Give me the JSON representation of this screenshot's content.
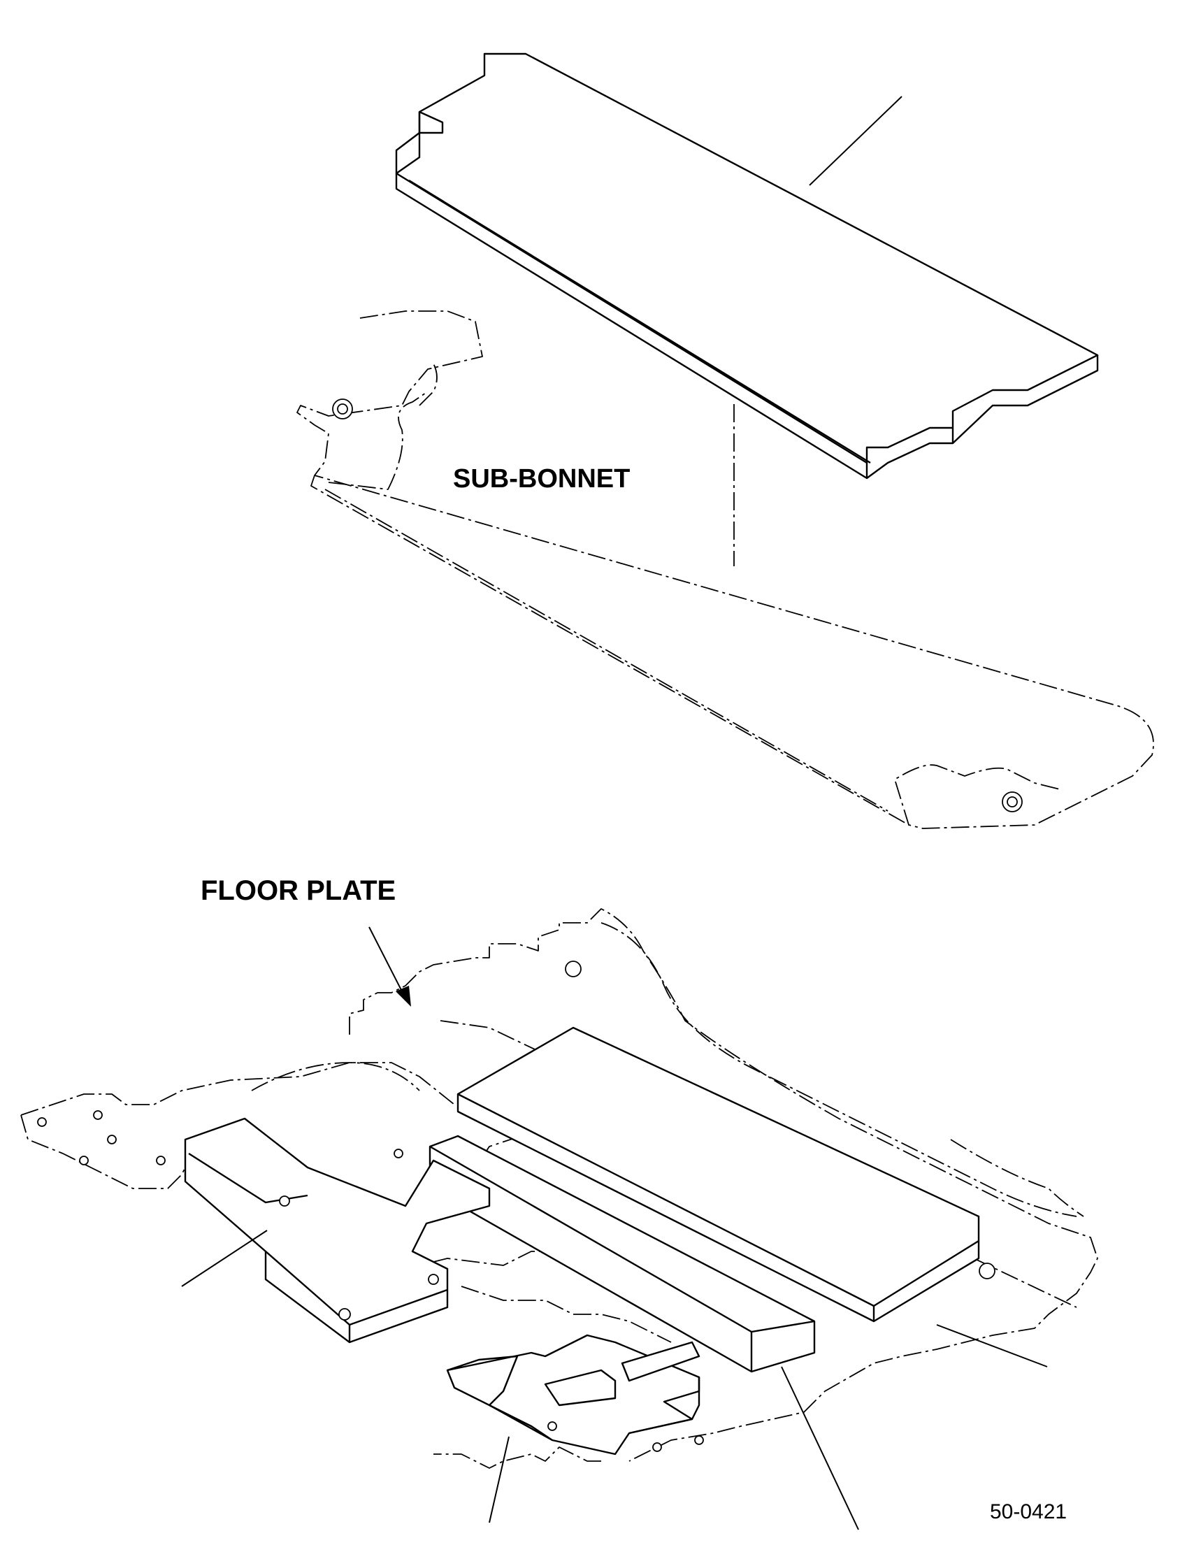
{
  "labels": {
    "sub_bonnet": "SUB-BONNET",
    "floor_plate": "FLOOR PLATE",
    "drawing_number": "50-0421"
  }
}
